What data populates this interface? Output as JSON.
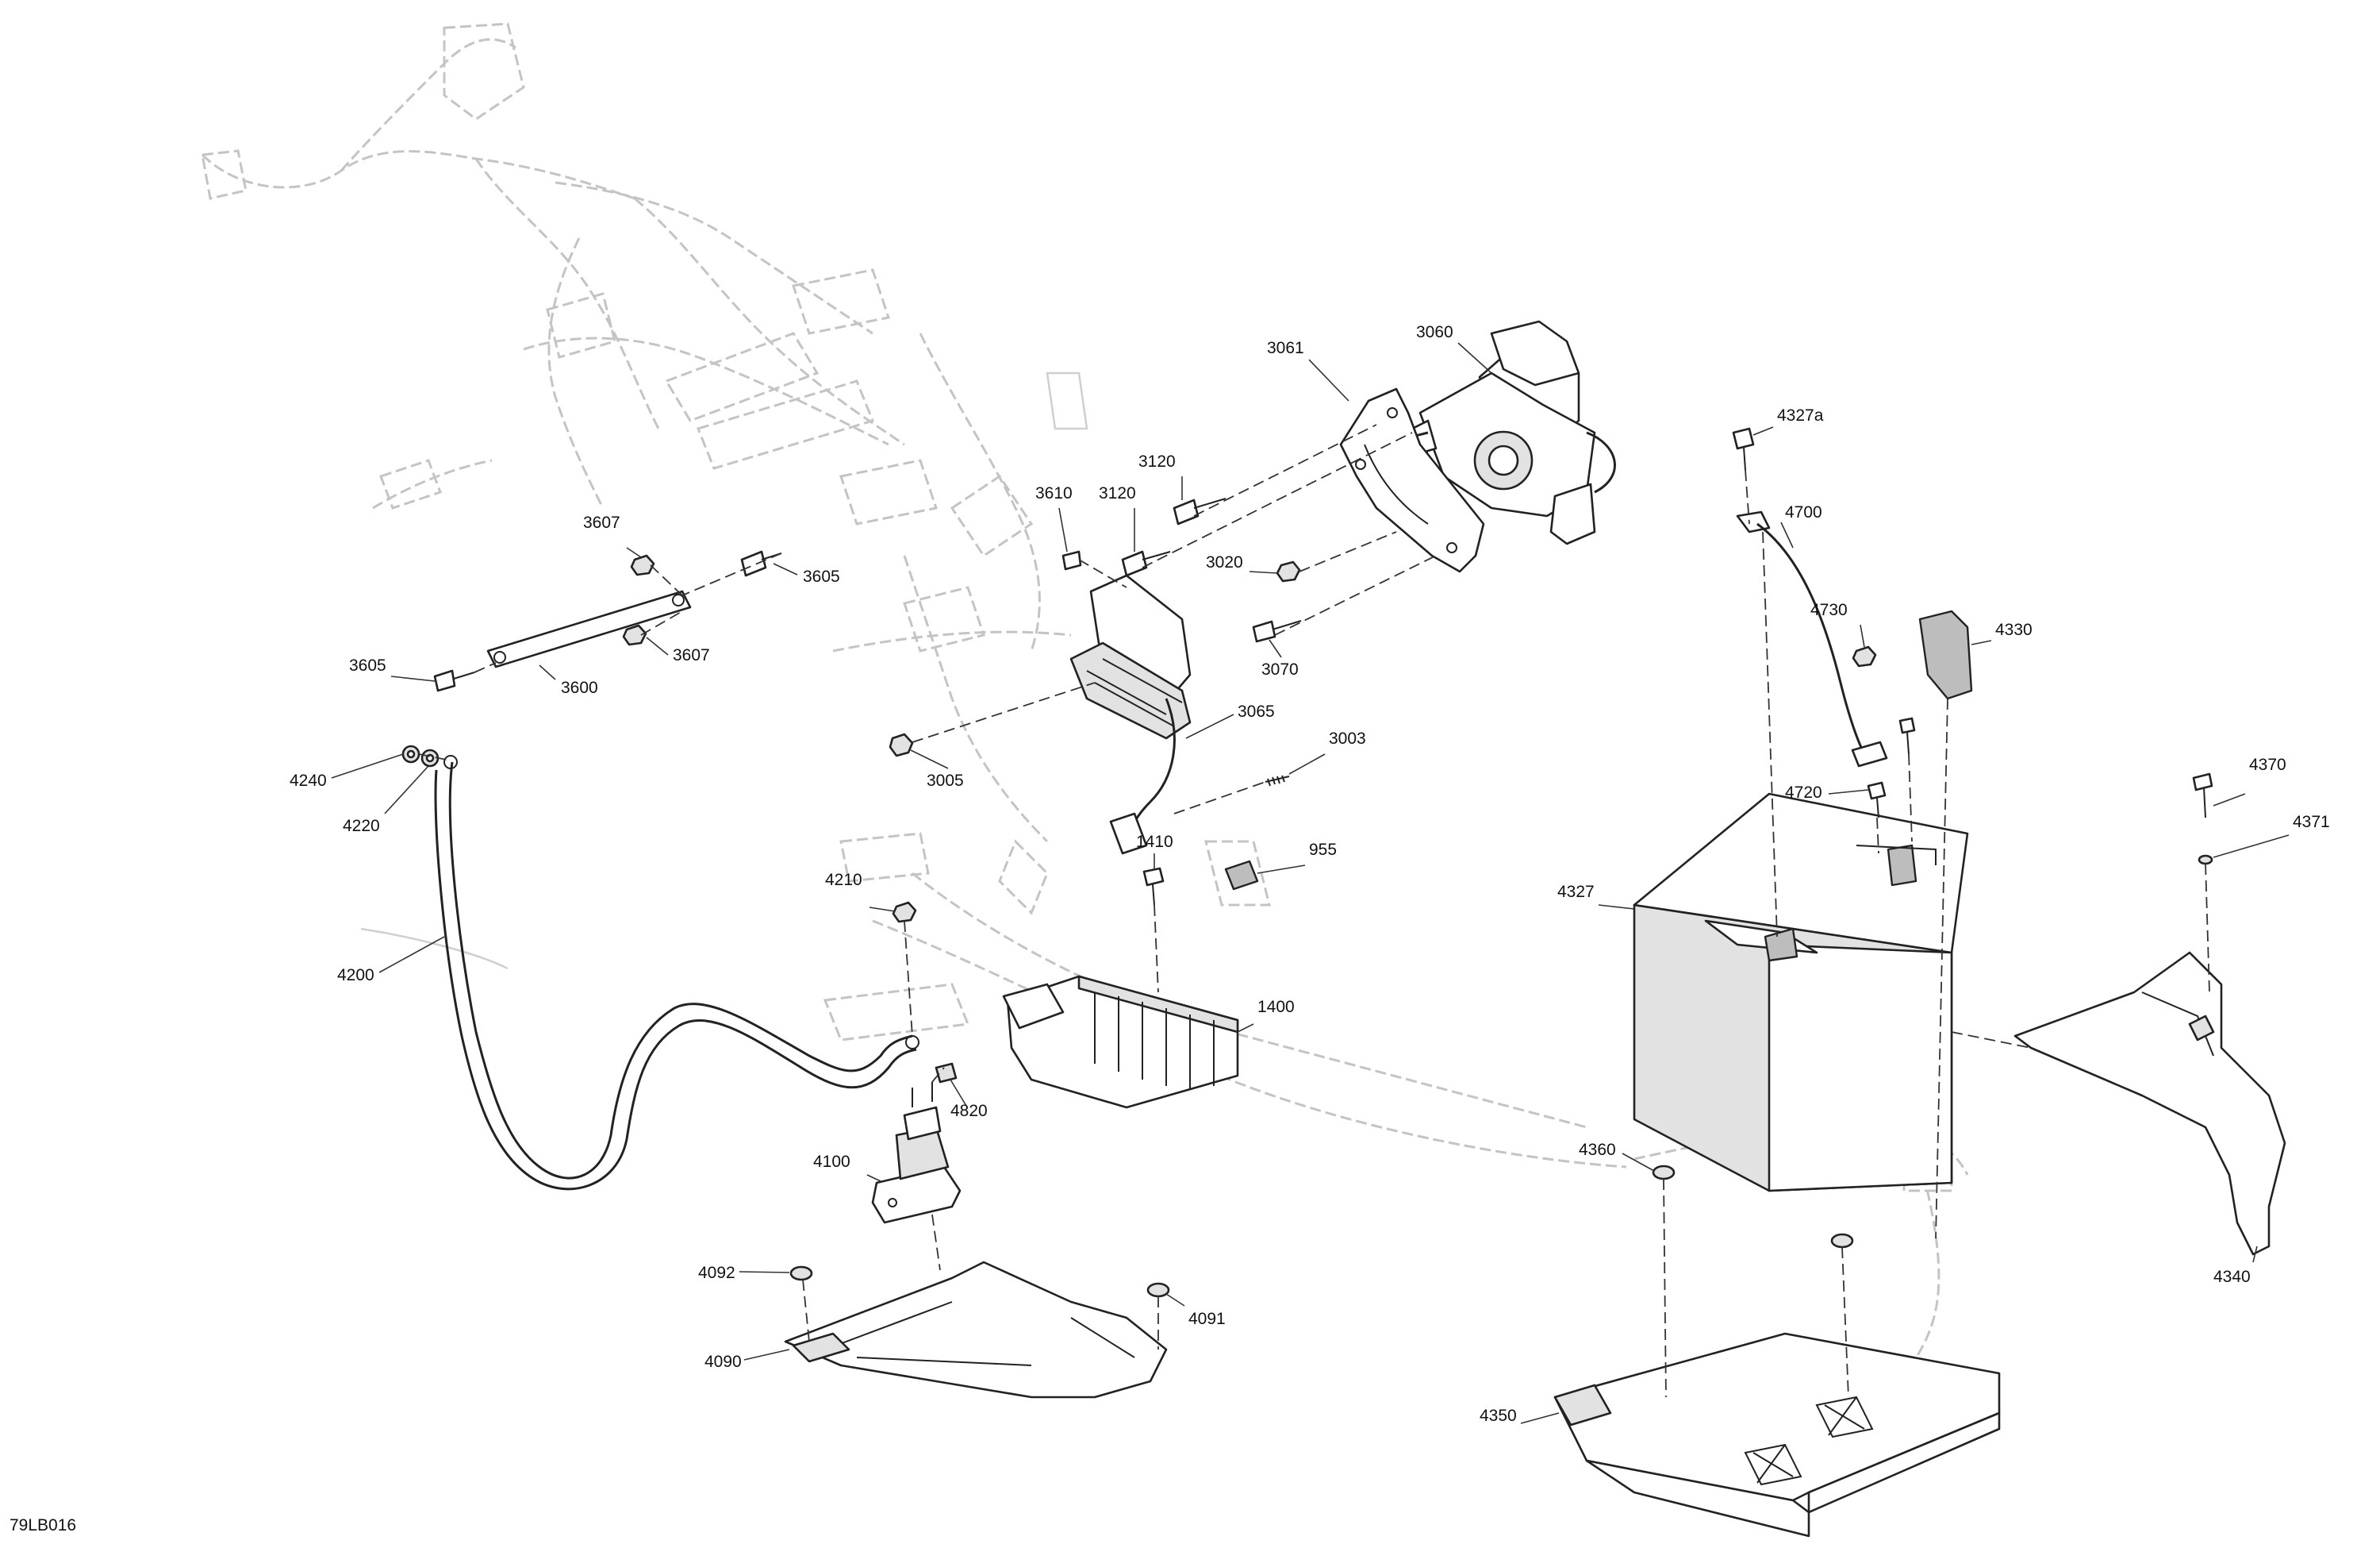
{
  "diagram_code": "79LB016",
  "callouts": [
    {
      "id": "c3061",
      "text": "3061"
    },
    {
      "id": "c3060",
      "text": "3060"
    },
    {
      "id": "c4327a",
      "text": "4327a"
    },
    {
      "id": "c3120a",
      "text": "3120"
    },
    {
      "id": "c3610",
      "text": "3610"
    },
    {
      "id": "c3120b",
      "text": "3120"
    },
    {
      "id": "c4700",
      "text": "4700"
    },
    {
      "id": "c3607a",
      "text": "3607"
    },
    {
      "id": "c3605a",
      "text": "3605"
    },
    {
      "id": "c3020",
      "text": "3020"
    },
    {
      "id": "c4730",
      "text": "4730"
    },
    {
      "id": "c4330",
      "text": "4330"
    },
    {
      "id": "c3607b",
      "text": "3607"
    },
    {
      "id": "c3605b",
      "text": "3605"
    },
    {
      "id": "c3070",
      "text": "3070"
    },
    {
      "id": "c3600",
      "text": "3600"
    },
    {
      "id": "c3065",
      "text": "3065"
    },
    {
      "id": "c3003",
      "text": "3003"
    },
    {
      "id": "c4240",
      "text": "4240"
    },
    {
      "id": "c3005",
      "text": "3005"
    },
    {
      "id": "c4720",
      "text": "4720"
    },
    {
      "id": "c4370",
      "text": "4370"
    },
    {
      "id": "c4220",
      "text": "4220"
    },
    {
      "id": "c4371",
      "text": "4371"
    },
    {
      "id": "c1410",
      "text": "1410"
    },
    {
      "id": "c955",
      "text": "955"
    },
    {
      "id": "c4210",
      "text": "4210"
    },
    {
      "id": "c4327",
      "text": "4327"
    },
    {
      "id": "c4200",
      "text": "4200"
    },
    {
      "id": "c1400",
      "text": "1400"
    },
    {
      "id": "c4820",
      "text": "4820"
    },
    {
      "id": "c4100",
      "text": "4100"
    },
    {
      "id": "c4360",
      "text": "4360"
    },
    {
      "id": "c4340",
      "text": "4340"
    },
    {
      "id": "c4092",
      "text": "4092"
    },
    {
      "id": "c4091",
      "text": "4091"
    },
    {
      "id": "c4090",
      "text": "4090"
    },
    {
      "id": "c4350",
      "text": "4350"
    }
  ]
}
